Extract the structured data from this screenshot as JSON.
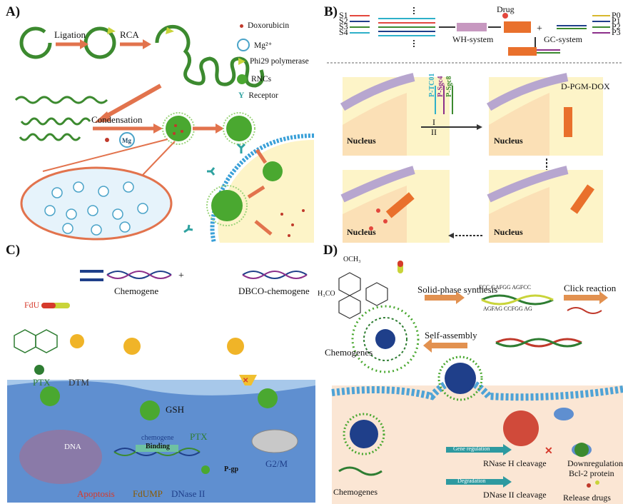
{
  "panels": {
    "A": {
      "label": "A)",
      "steps": [
        "Ligation",
        "RCA",
        "Condensation"
      ],
      "legend": [
        "Doxorubicin",
        "Mg²⁺",
        "Phi29 polymerase",
        "RNCs",
        "Receptor"
      ],
      "mg_label": "Mg"
    },
    "B": {
      "label": "B)",
      "strands_left": [
        "S1",
        "S2",
        "S3",
        "S4"
      ],
      "strands_right": [
        "P0",
        "P1",
        "P2",
        "P3"
      ],
      "drug": "Drug",
      "wh_system": "WH-system",
      "gc_system": "GC-system",
      "complex": "D-PGM-DOX",
      "nucleus": "Nucleus",
      "probes": [
        "P-TC01",
        "P-Sgc4",
        "P-Sgc8"
      ],
      "roman": [
        "I",
        "II"
      ]
    },
    "C": {
      "label": "C)",
      "fdu": "FdU",
      "chemogene": "Chemogene",
      "dbco": "DBCO-chemogene",
      "ptx": "PTX",
      "dtm": "DTM",
      "gsh": "GSH",
      "ptx2": "PTX",
      "chemogene_binding": "chemogene",
      "binding": "Binding",
      "dna": "DNA",
      "g2m": "G2/M",
      "pgp": "P-gp",
      "apoptosis": "Apoptosis",
      "fdump": "FdUMP",
      "dnase": "DNase II"
    },
    "D": {
      "label": "D)",
      "solid_phase": "Solid-phase synthesis",
      "click": "Click reaction",
      "self_assembly": "Self-assembly",
      "chemogenes": "Chemogenes",
      "chemogenes2": "Chemogenes",
      "seq1": "FCC  GAFGG  AGFCC",
      "seq2": "AGFAG  CCFGG  AG",
      "gene_reg": "Gene regulation",
      "degradation": "Degradation",
      "rnase": "RNase H cleavage",
      "downreg": "Downregulation",
      "bcl2": "Bcl-2 protein",
      "dnase2": "DNase II cleavage",
      "release": "Release drugs",
      "och3_top": "OCH₃",
      "h3co": "H₃CO"
    }
  }
}
